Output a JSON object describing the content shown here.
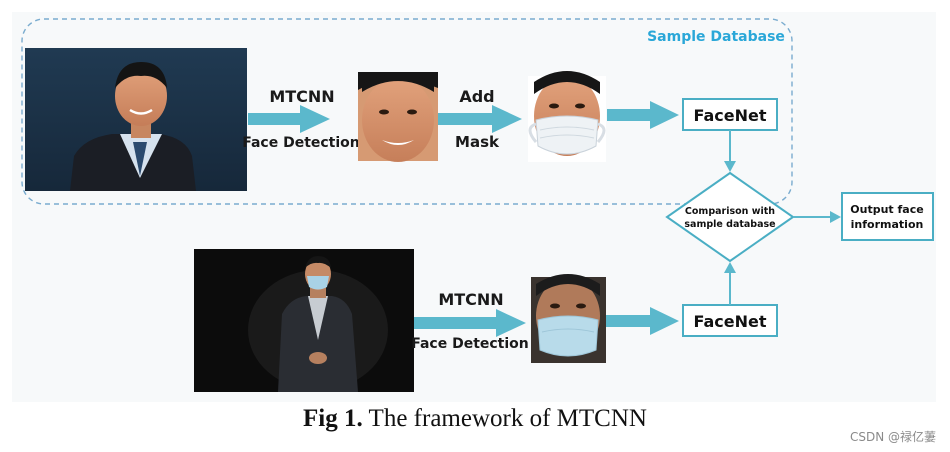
{
  "sample_database": {
    "title": "Sample Database",
    "step1": {
      "top": "MTCNN",
      "bottom": "Face Detection"
    },
    "step2": {
      "top": "Add",
      "bottom": "Mask"
    },
    "facenet": "FaceNet"
  },
  "query": {
    "step1": {
      "top": "MTCNN",
      "bottom": "Face Detection"
    },
    "facenet": "FaceNet"
  },
  "comparison": {
    "line1": "Comparison with",
    "line2": "sample database"
  },
  "output": {
    "line1": "Output face",
    "line2": "information"
  },
  "caption": {
    "label": "Fig 1.",
    "text": " The framework of MTCNN"
  },
  "watermark": "CSDN @禄亿萋",
  "colors": {
    "arrow": "#5bb8cc",
    "box_border": "#4aaec4",
    "dashed": "#7aaccf",
    "accent_text": "#2aa7d8"
  }
}
